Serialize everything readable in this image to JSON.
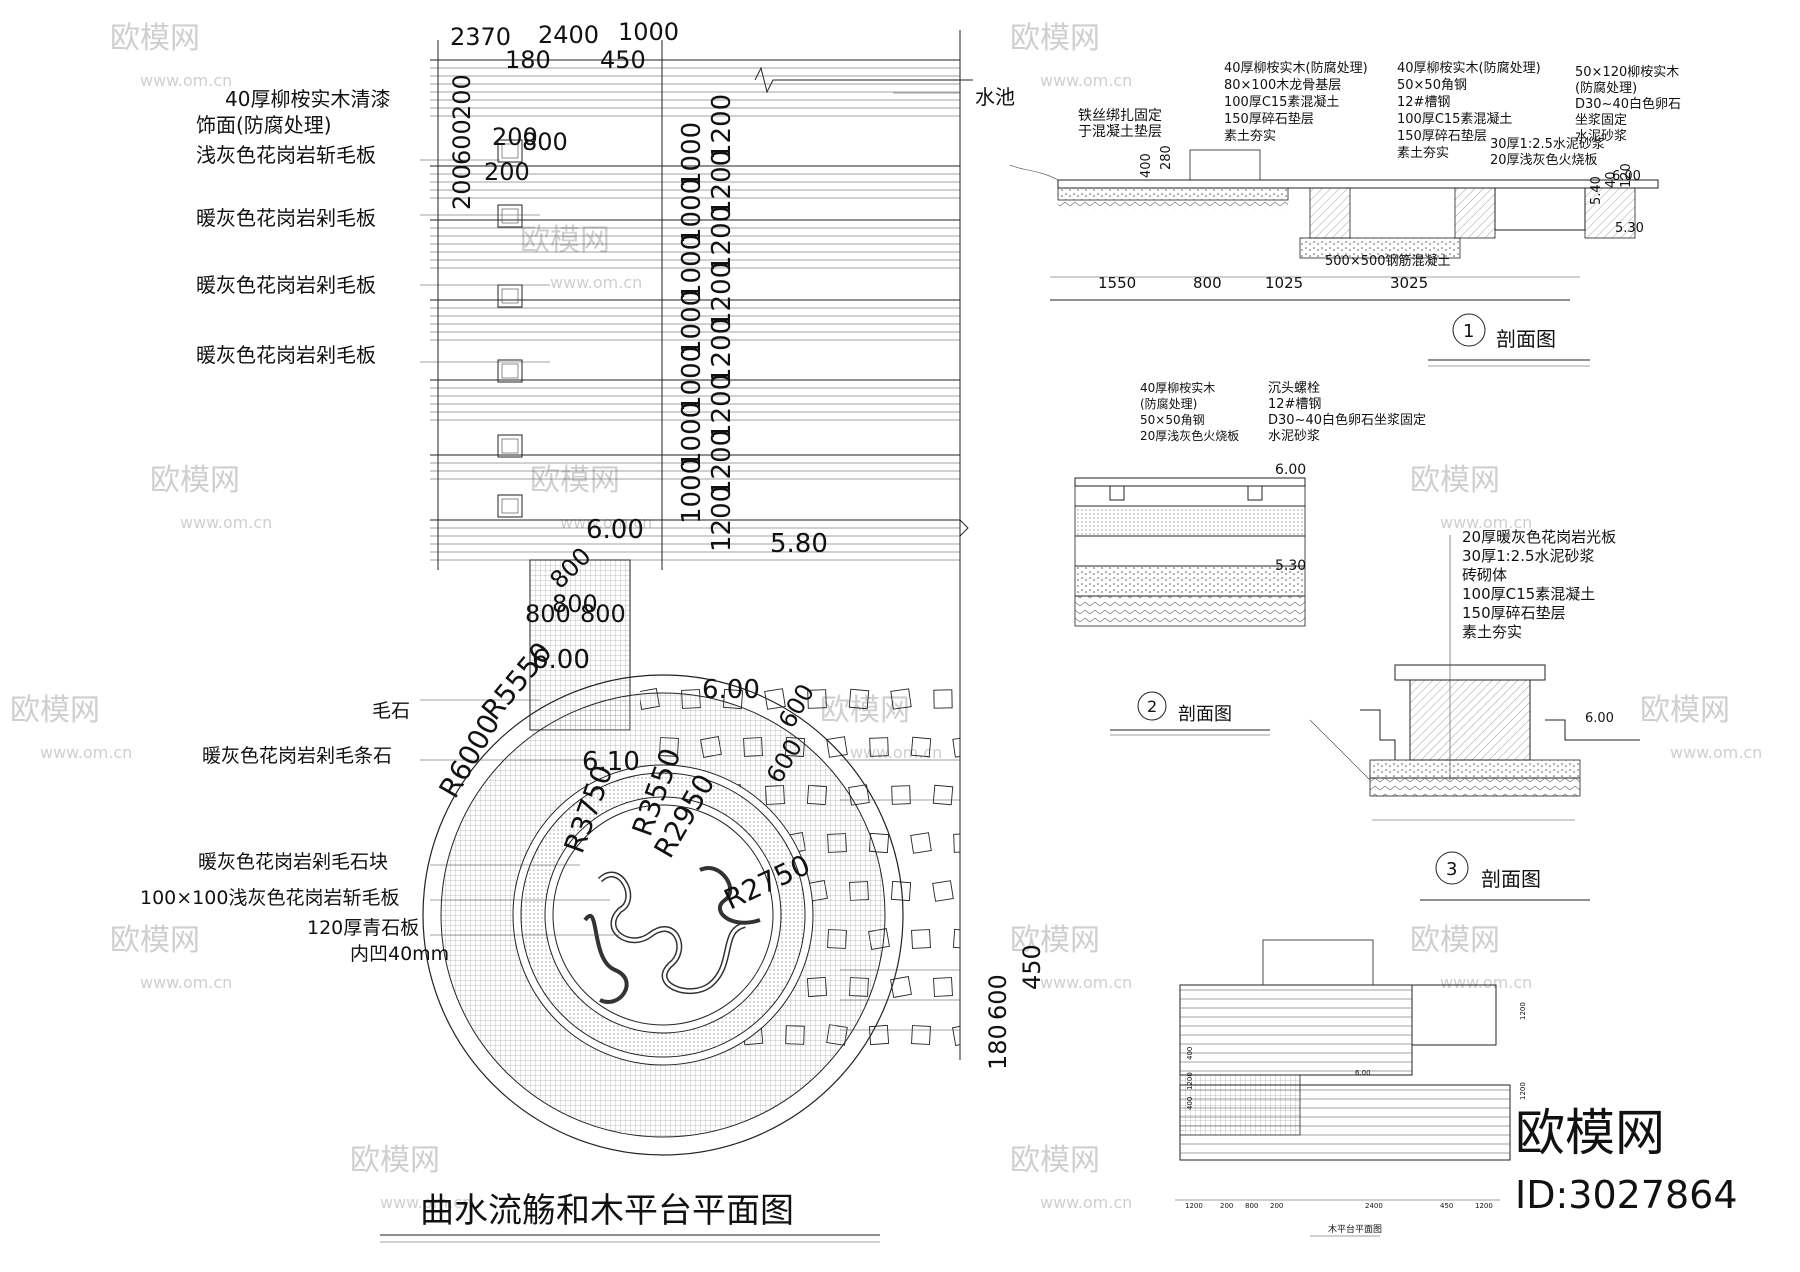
{
  "watermark": {
    "brand": "欧模网",
    "url": "www.om.cn",
    "id_label": "ID:3027864"
  },
  "main_plan": {
    "title": "曲水流觞和木平台平面图",
    "pond_label": "水池",
    "top_dims": [
      "2370",
      "2400",
      "1000",
      "180",
      "450"
    ],
    "left_labels": [
      "40厚柳桉实木清漆",
      "饰面(防腐处理)",
      "浅灰色花岗岩斩毛板",
      "暖灰色花岗岩剁毛板",
      "暖灰色花岗岩剁毛板",
      "暖灰色花岗岩剁毛板"
    ],
    "lower_labels": [
      "毛石",
      "暖灰色花岗岩剁毛条石",
      "暖灰色花岗岩剁毛石块",
      "100×100浅灰色花岗岩斩毛板",
      "120厚青石板",
      "内凹40mm"
    ],
    "small_dims": [
      "200",
      "600",
      "200",
      "800",
      "200",
      "200"
    ],
    "vertical_dims": [
      "1200",
      "1000",
      "1200",
      "1000",
      "1200",
      "1000",
      "1200",
      "1000",
      "1200",
      "1000",
      "1200",
      "1000",
      "1200",
      "1000",
      "1200"
    ],
    "elevations": [
      "6.00",
      "5.80",
      "6.00",
      "6.00",
      "6.10"
    ],
    "path_dims": [
      "800",
      "800",
      "800",
      "800"
    ],
    "radii": [
      "R6000",
      "R5550",
      "R3750",
      "R3550",
      "R2950",
      "R2750"
    ],
    "plaza_dims": [
      "600",
      "600"
    ],
    "side_dims": [
      "180",
      "600",
      "450"
    ]
  },
  "section1": {
    "num": "1",
    "title": "剖面图",
    "notes_a": [
      "40厚柳桉实木(防腐处理)",
      "80×100木龙骨基层",
      "100厚C15素混凝土",
      "150厚碎石垫层",
      "素土夯实"
    ],
    "notes_b": [
      "40厚柳桉实木(防腐处理)",
      "50×50角钢",
      "12#槽钢",
      "100厚C15素混凝土",
      "150厚碎石垫层",
      "素土夯实"
    ],
    "notes_c": [
      "50×120柳桉实木",
      "(防腐处理)",
      "D30~40白色卵石",
      "坐浆固定",
      "水泥砂浆",
      "30厚1:2.5水泥砂浆",
      "20厚浅灰色火烧板"
    ],
    "left_note": [
      "铁丝绑扎固定",
      "于混凝土垫层"
    ],
    "footing": "500×500钢筋混凝土",
    "dims": [
      "1550",
      "800",
      "1025",
      "3025"
    ],
    "small_dims": [
      "400",
      "280",
      "6.00",
      "5.40",
      "5.30",
      "40",
      "120"
    ]
  },
  "section2": {
    "num": "2",
    "title": "剖面图",
    "notes_a": [
      "40厚柳桉实木",
      "(防腐处理)",
      "50×50角钢",
      "20厚浅灰色火烧板"
    ],
    "notes_b": [
      "沉头螺栓",
      "12#槽钢",
      "D30~40白色卵石坐浆固定",
      "水泥砂浆"
    ],
    "elevations": [
      "6.00",
      "5.30"
    ]
  },
  "section3": {
    "num": "3",
    "title": "剖面图",
    "notes": [
      "20厚暖灰色花岗岩光板",
      "30厚1:2.5水泥砂浆",
      "砖砌体",
      "100厚C15素混凝土",
      "150厚碎石垫层",
      "素土夯实"
    ],
    "elevation": "6.00"
  },
  "deck_plan": {
    "title": "木平台平面图",
    "bottom_dims": [
      "1200",
      "200",
      "800",
      "200",
      "2400",
      "450",
      "1200"
    ],
    "right_dims": [
      "1200",
      "1200"
    ],
    "left_dims": [
      "400",
      "1200",
      "400"
    ],
    "elevation": "6.00"
  }
}
